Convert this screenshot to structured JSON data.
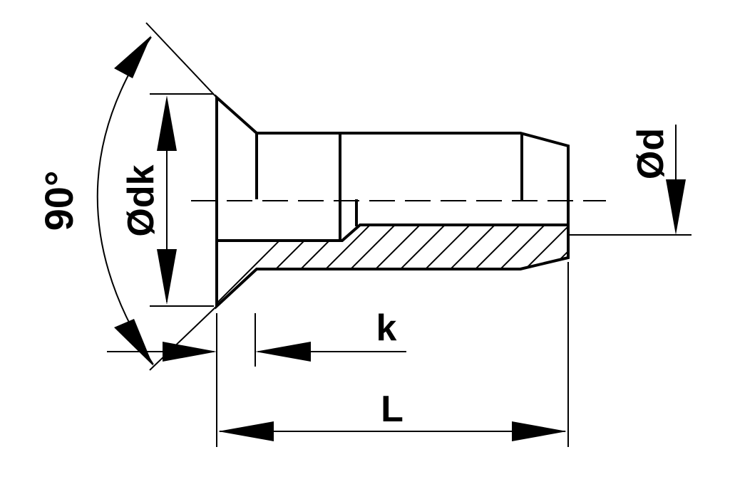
{
  "drawing": {
    "labels": {
      "angle": "90°",
      "head_diameter": "Ødk",
      "shank_diameter": "Ød",
      "head_height": "k",
      "length": "L"
    },
    "colors": {
      "line": "#000000",
      "background": "#ffffff"
    }
  }
}
